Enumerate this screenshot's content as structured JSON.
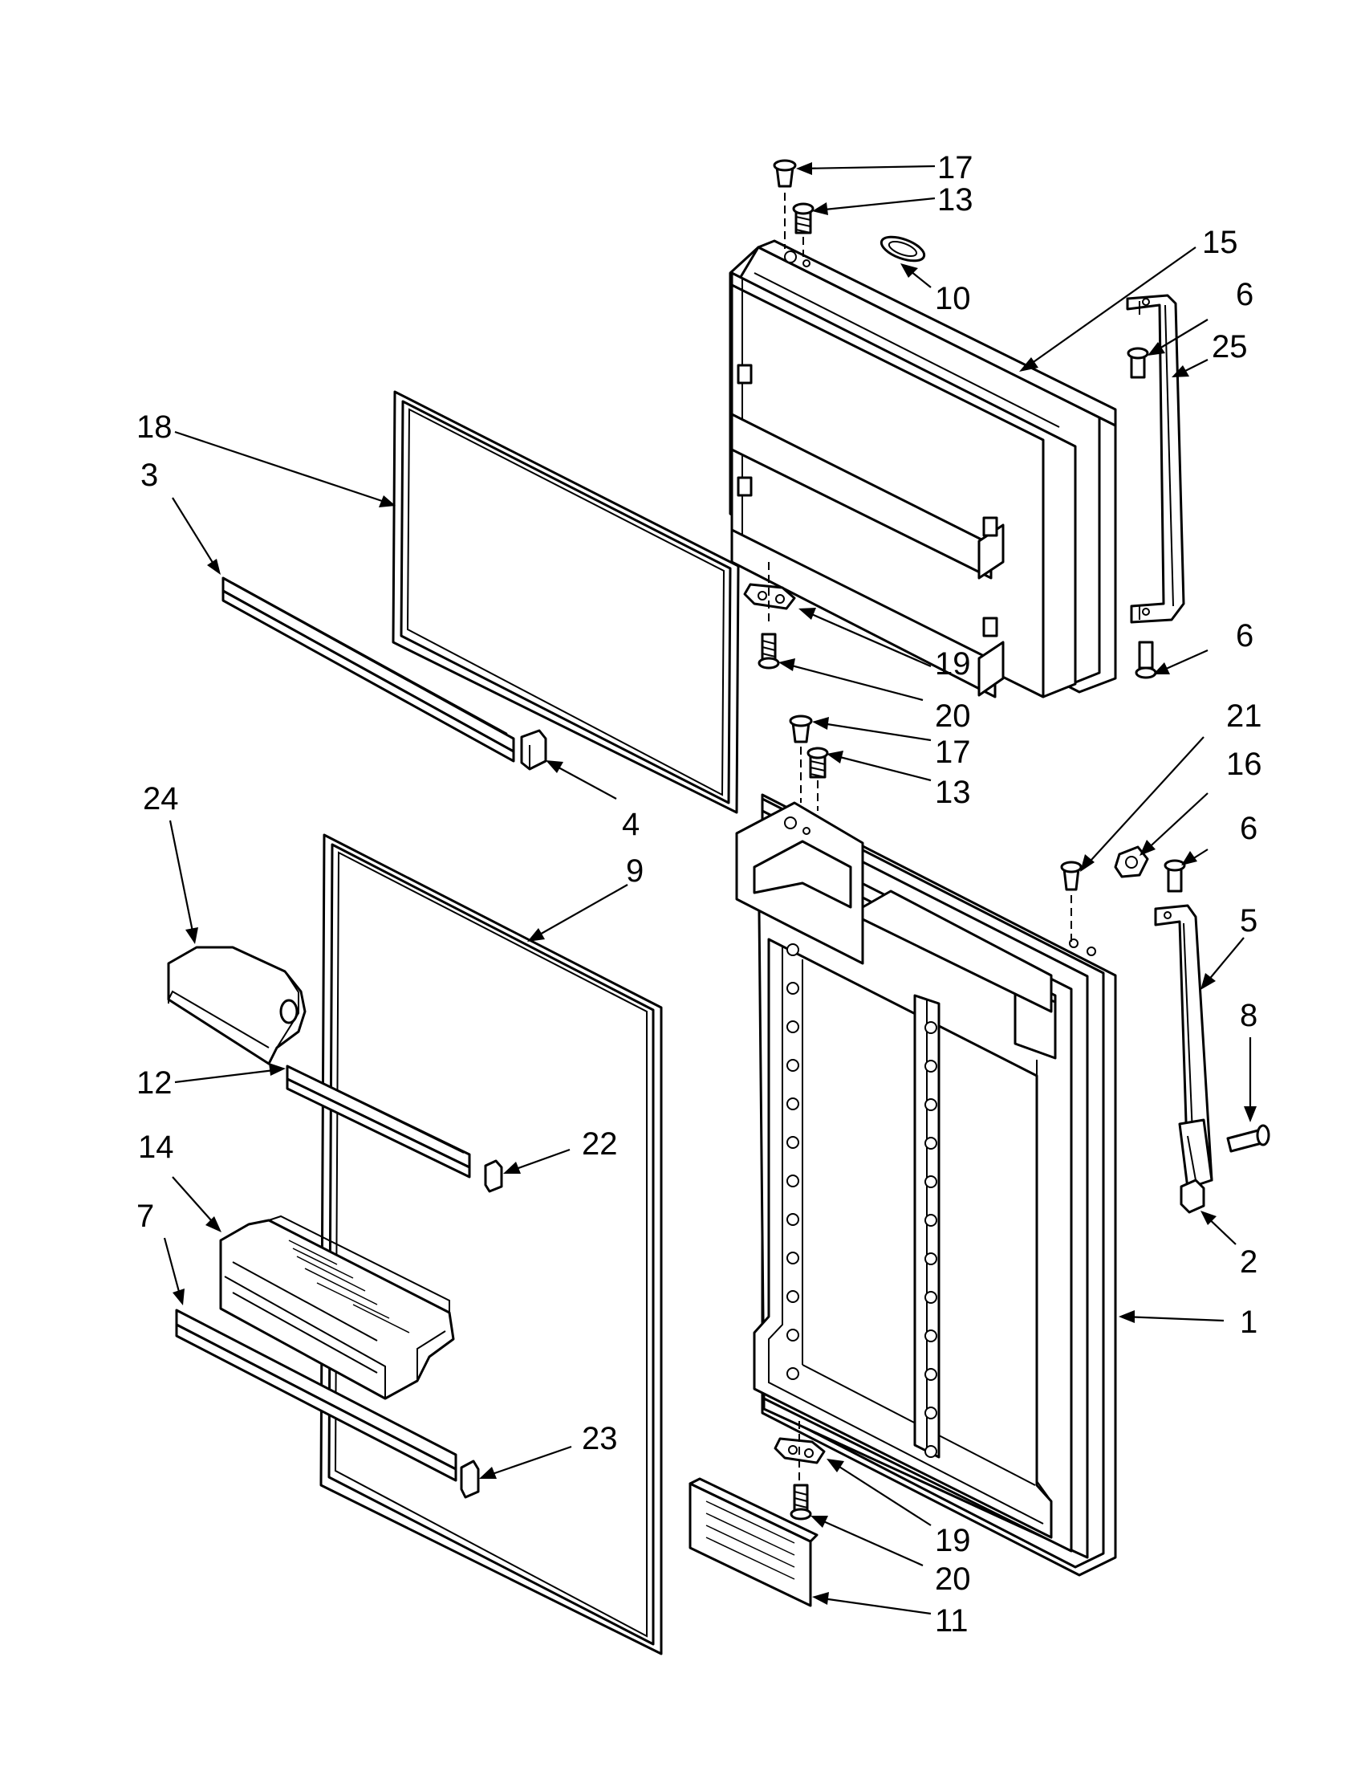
{
  "diagram": {
    "callouts": [
      {
        "id": "c17a",
        "label": "17"
      },
      {
        "id": "c13a",
        "label": "13"
      },
      {
        "id": "c10",
        "label": "10"
      },
      {
        "id": "c15",
        "label": "15"
      },
      {
        "id": "c6a",
        "label": "6"
      },
      {
        "id": "c25",
        "label": "25"
      },
      {
        "id": "c18",
        "label": "18"
      },
      {
        "id": "c3",
        "label": "3"
      },
      {
        "id": "c19a",
        "label": "19"
      },
      {
        "id": "c6b",
        "label": "6"
      },
      {
        "id": "c20a",
        "label": "20"
      },
      {
        "id": "c21",
        "label": "21"
      },
      {
        "id": "c17b",
        "label": "17"
      },
      {
        "id": "c16",
        "label": "16"
      },
      {
        "id": "c13b",
        "label": "13"
      },
      {
        "id": "c4",
        "label": "4"
      },
      {
        "id": "c6c",
        "label": "6"
      },
      {
        "id": "c24",
        "label": "24"
      },
      {
        "id": "c9",
        "label": "9"
      },
      {
        "id": "c5",
        "label": "5"
      },
      {
        "id": "c8",
        "label": "8"
      },
      {
        "id": "c12",
        "label": "12"
      },
      {
        "id": "c22",
        "label": "22"
      },
      {
        "id": "c14",
        "label": "14"
      },
      {
        "id": "c7",
        "label": "7"
      },
      {
        "id": "c2",
        "label": "2"
      },
      {
        "id": "c1",
        "label": "1"
      },
      {
        "id": "c23",
        "label": "23"
      },
      {
        "id": "c19b",
        "label": "19"
      },
      {
        "id": "c20b",
        "label": "20"
      },
      {
        "id": "c11",
        "label": "11"
      }
    ]
  }
}
